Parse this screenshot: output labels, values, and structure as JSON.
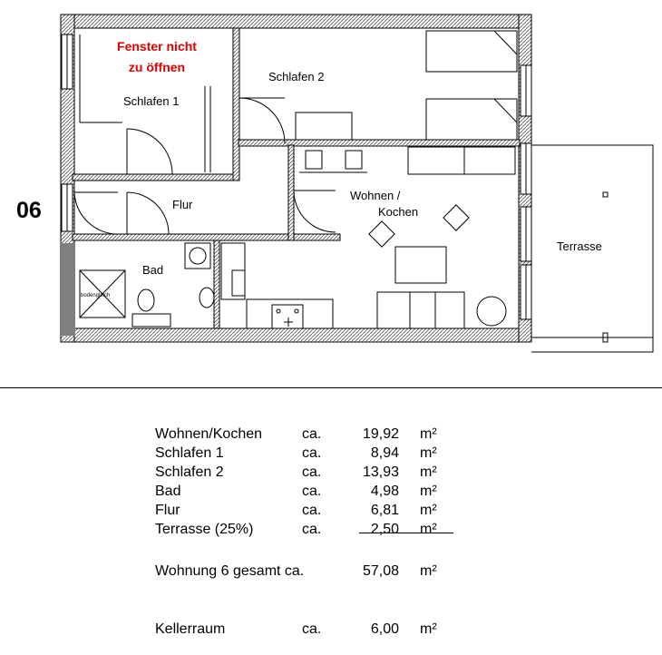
{
  "unit_number": "06",
  "plan": {
    "warning_line1": "Fenster nicht",
    "warning_line2": "zu öffnen",
    "rooms": {
      "schlafen1": "Schlafen 1",
      "schlafen2": "Schlafen 2",
      "flur": "Flur",
      "wohnen_line1": "Wohnen /",
      "wohnen_line2": "Kochen",
      "bad": "Bad",
      "terrasse": "Terrasse",
      "bodengleich": "bodengleich"
    }
  },
  "areas": {
    "rows": [
      {
        "name": "Wohnen/Kochen",
        "ca": "ca.",
        "value": "19,92",
        "unit": "m²"
      },
      {
        "name": "Schlafen 1",
        "ca": "ca.",
        "value": "8,94",
        "unit": "m²"
      },
      {
        "name": "Schlafen 2",
        "ca": "ca.",
        "value": "13,93",
        "unit": "m²"
      },
      {
        "name": "Bad",
        "ca": "ca.",
        "value": "4,98",
        "unit": "m²"
      },
      {
        "name": "Flur",
        "ca": "ca.",
        "value": "6,81",
        "unit": "m²"
      },
      {
        "name": "Terrasse (25%)",
        "ca": "ca.",
        "value": "2,50",
        "unit": "m²"
      }
    ],
    "total": {
      "name": "Wohnung 6 gesamt ca.",
      "value": "57,08",
      "unit": "m²"
    },
    "cellar": {
      "name": "Kellerraum",
      "ca": "ca.",
      "value": "6,00",
      "unit": "m²"
    }
  }
}
